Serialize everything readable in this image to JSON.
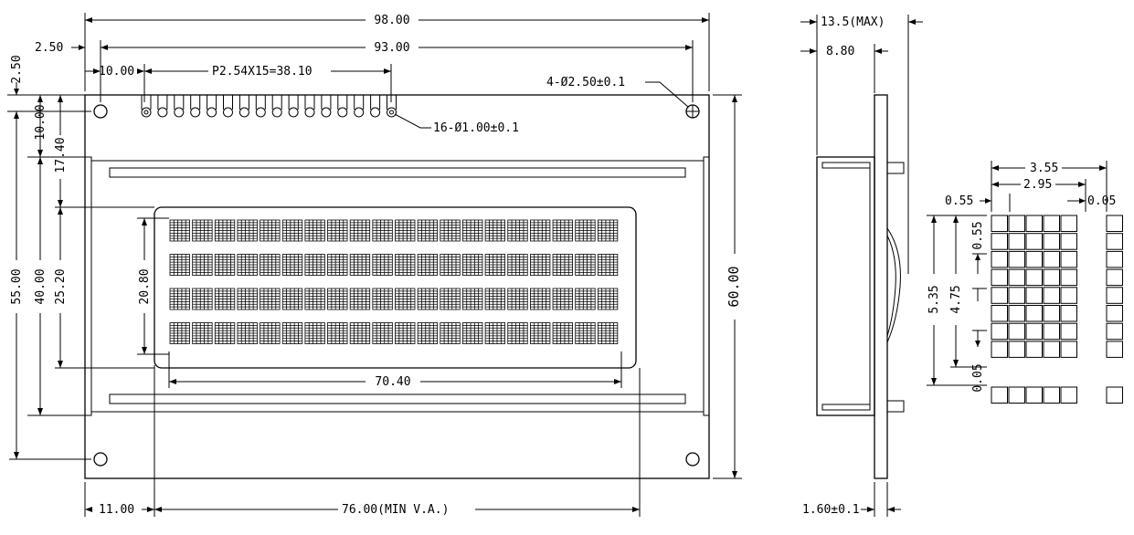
{
  "dimensions": {
    "overall_width": "98.00",
    "hole_pitch_width": "93.00",
    "hole_margin_left": "2.50",
    "hole_margin_top": "2.50",
    "pin_offset": "10.00",
    "pin_pitch": "P2.54X15=38.10",
    "mount_holes": "4-Ø2.50±0.1",
    "pin_holes": "16-Ø1.00±0.1",
    "pin_row_height": "10.00",
    "bezel_offset": "17.40",
    "height_55": "55.00",
    "height_40": "40.00",
    "height_25": "25.20",
    "va_height": "20.80",
    "overall_height": "60.00",
    "aa_width": "70.40",
    "left_offset": "11.00",
    "va_width": "76.00(MIN  V.A.)",
    "thickness_max": "13.5(MAX)",
    "pcb_to_bezel": "8.80",
    "pcb_thickness": "1.60±0.1",
    "char_pitch_w": "3.55",
    "char_w": "2.95",
    "dot_gap": "0.55",
    "char_gap": "0.05",
    "dot_h_pitch": "0.55",
    "char_h": "4.75",
    "char_pitch_h": "5.35",
    "line_gap": "0.05"
  },
  "display": {
    "rows": 4,
    "cols": 20,
    "dot_cols": 5,
    "dot_rows": 8
  }
}
